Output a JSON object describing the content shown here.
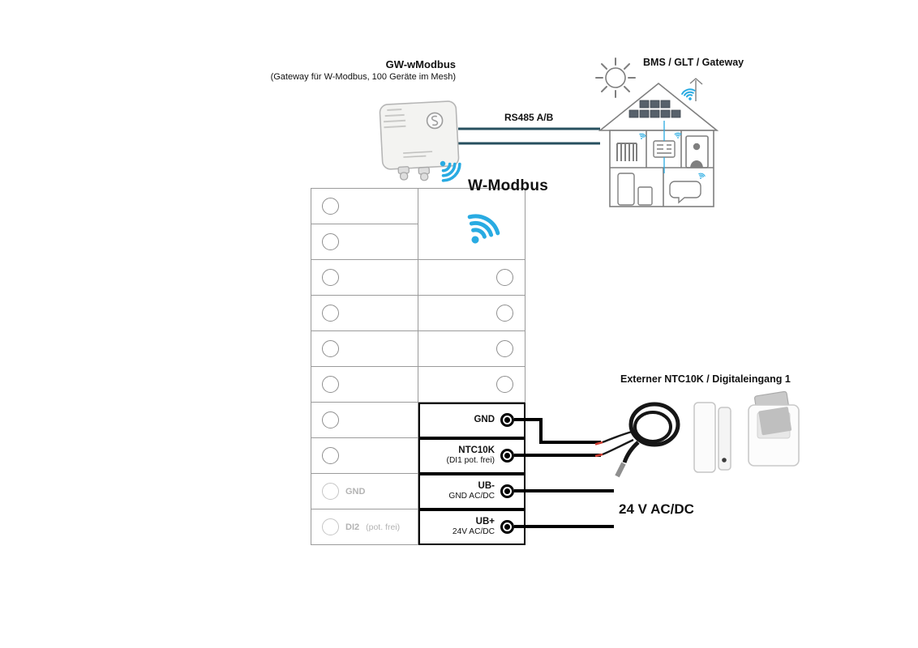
{
  "labels": {
    "gateway_title": "GW-wModbus",
    "gateway_subtitle": "(Gateway für W-Modbus, 100 Geräte im Mesh)",
    "bms": "BMS / GLT / Gateway",
    "rs485": "RS485 A/B",
    "wmodbus": "W-Modbus",
    "external": "Externer NTC10K / Digitaleingang 1",
    "power": "24 V AC/DC"
  },
  "terminal_block": {
    "rows": [
      {},
      {},
      {},
      {},
      {},
      {},
      {
        "right_label": "GND"
      },
      {
        "right_label": "NTC10K",
        "right_sub": "(DI1 pot. frei)"
      },
      {
        "left_label": "GND",
        "right_label": "UB-",
        "right_sub": "GND AC/DC"
      },
      {
        "left_label": "DI2",
        "left_note": "(pot. frei)",
        "right_label": "UB+",
        "right_sub": "24V AC/DC"
      }
    ]
  },
  "icons": {
    "wifi_icon": "radio-arcs",
    "sun_icon": "circle-with-rays",
    "terminal_connector_icon": "black-socket-dot"
  },
  "colors": {
    "accent-blue": "#29abe2",
    "bus-line": "#27505f",
    "wire": "#000000",
    "grid-border": "#9b9b9b",
    "dim-text": "#b3b3b3"
  }
}
